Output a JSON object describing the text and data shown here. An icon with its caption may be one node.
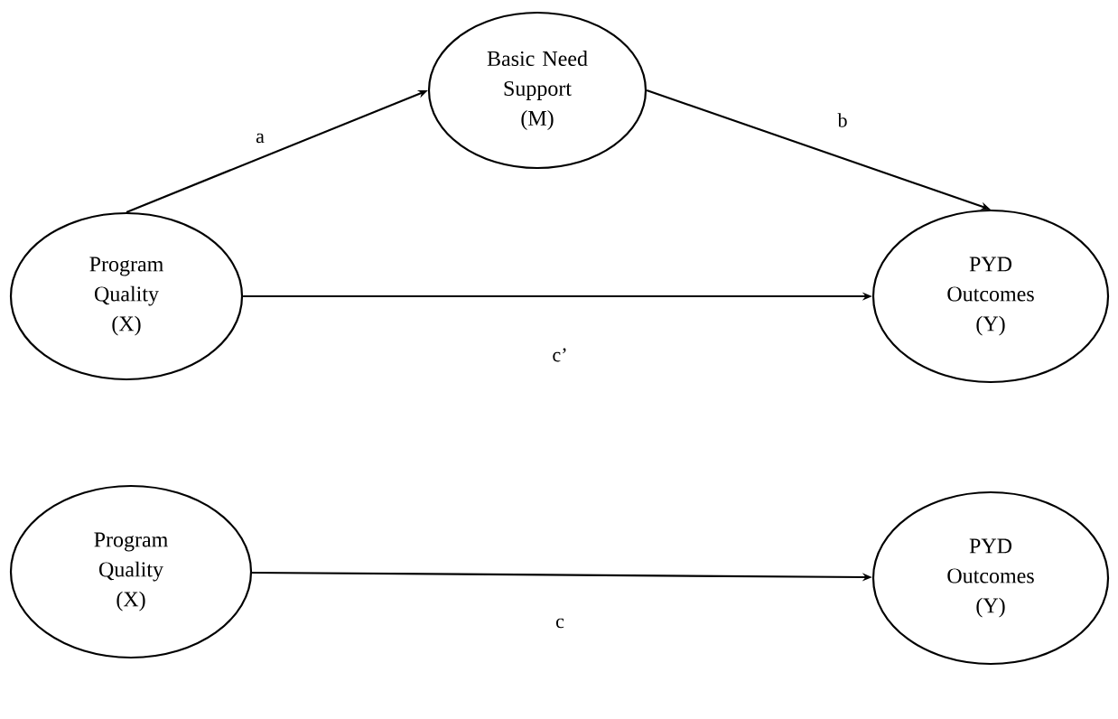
{
  "diagram": {
    "nodes": [
      {
        "text": [
          "Basic Need Support (M)"
        ]
      },
      {
        "text": [
          "Program Quality (X)"
        ]
      },
      {
        "text": [
          "PYD Outcomes (Y)"
        ]
      },
      {
        "text": [
          "Program Quality (X)"
        ]
      },
      {
        "text": [
          "PYD Outcomes (Y)"
        ]
      }
    ],
    "edges": [
      {
        "from": 1,
        "to": 0,
        "arrow": "to",
        "label": "a"
      },
      {
        "from": 0,
        "to": 2,
        "arrow": "to",
        "label": "b"
      },
      {
        "from": 1,
        "to": 2,
        "arrow": "to",
        "label": "c’"
      },
      {
        "from": 3,
        "to": 4,
        "arrow": "to",
        "label": "c"
      }
    ]
  }
}
